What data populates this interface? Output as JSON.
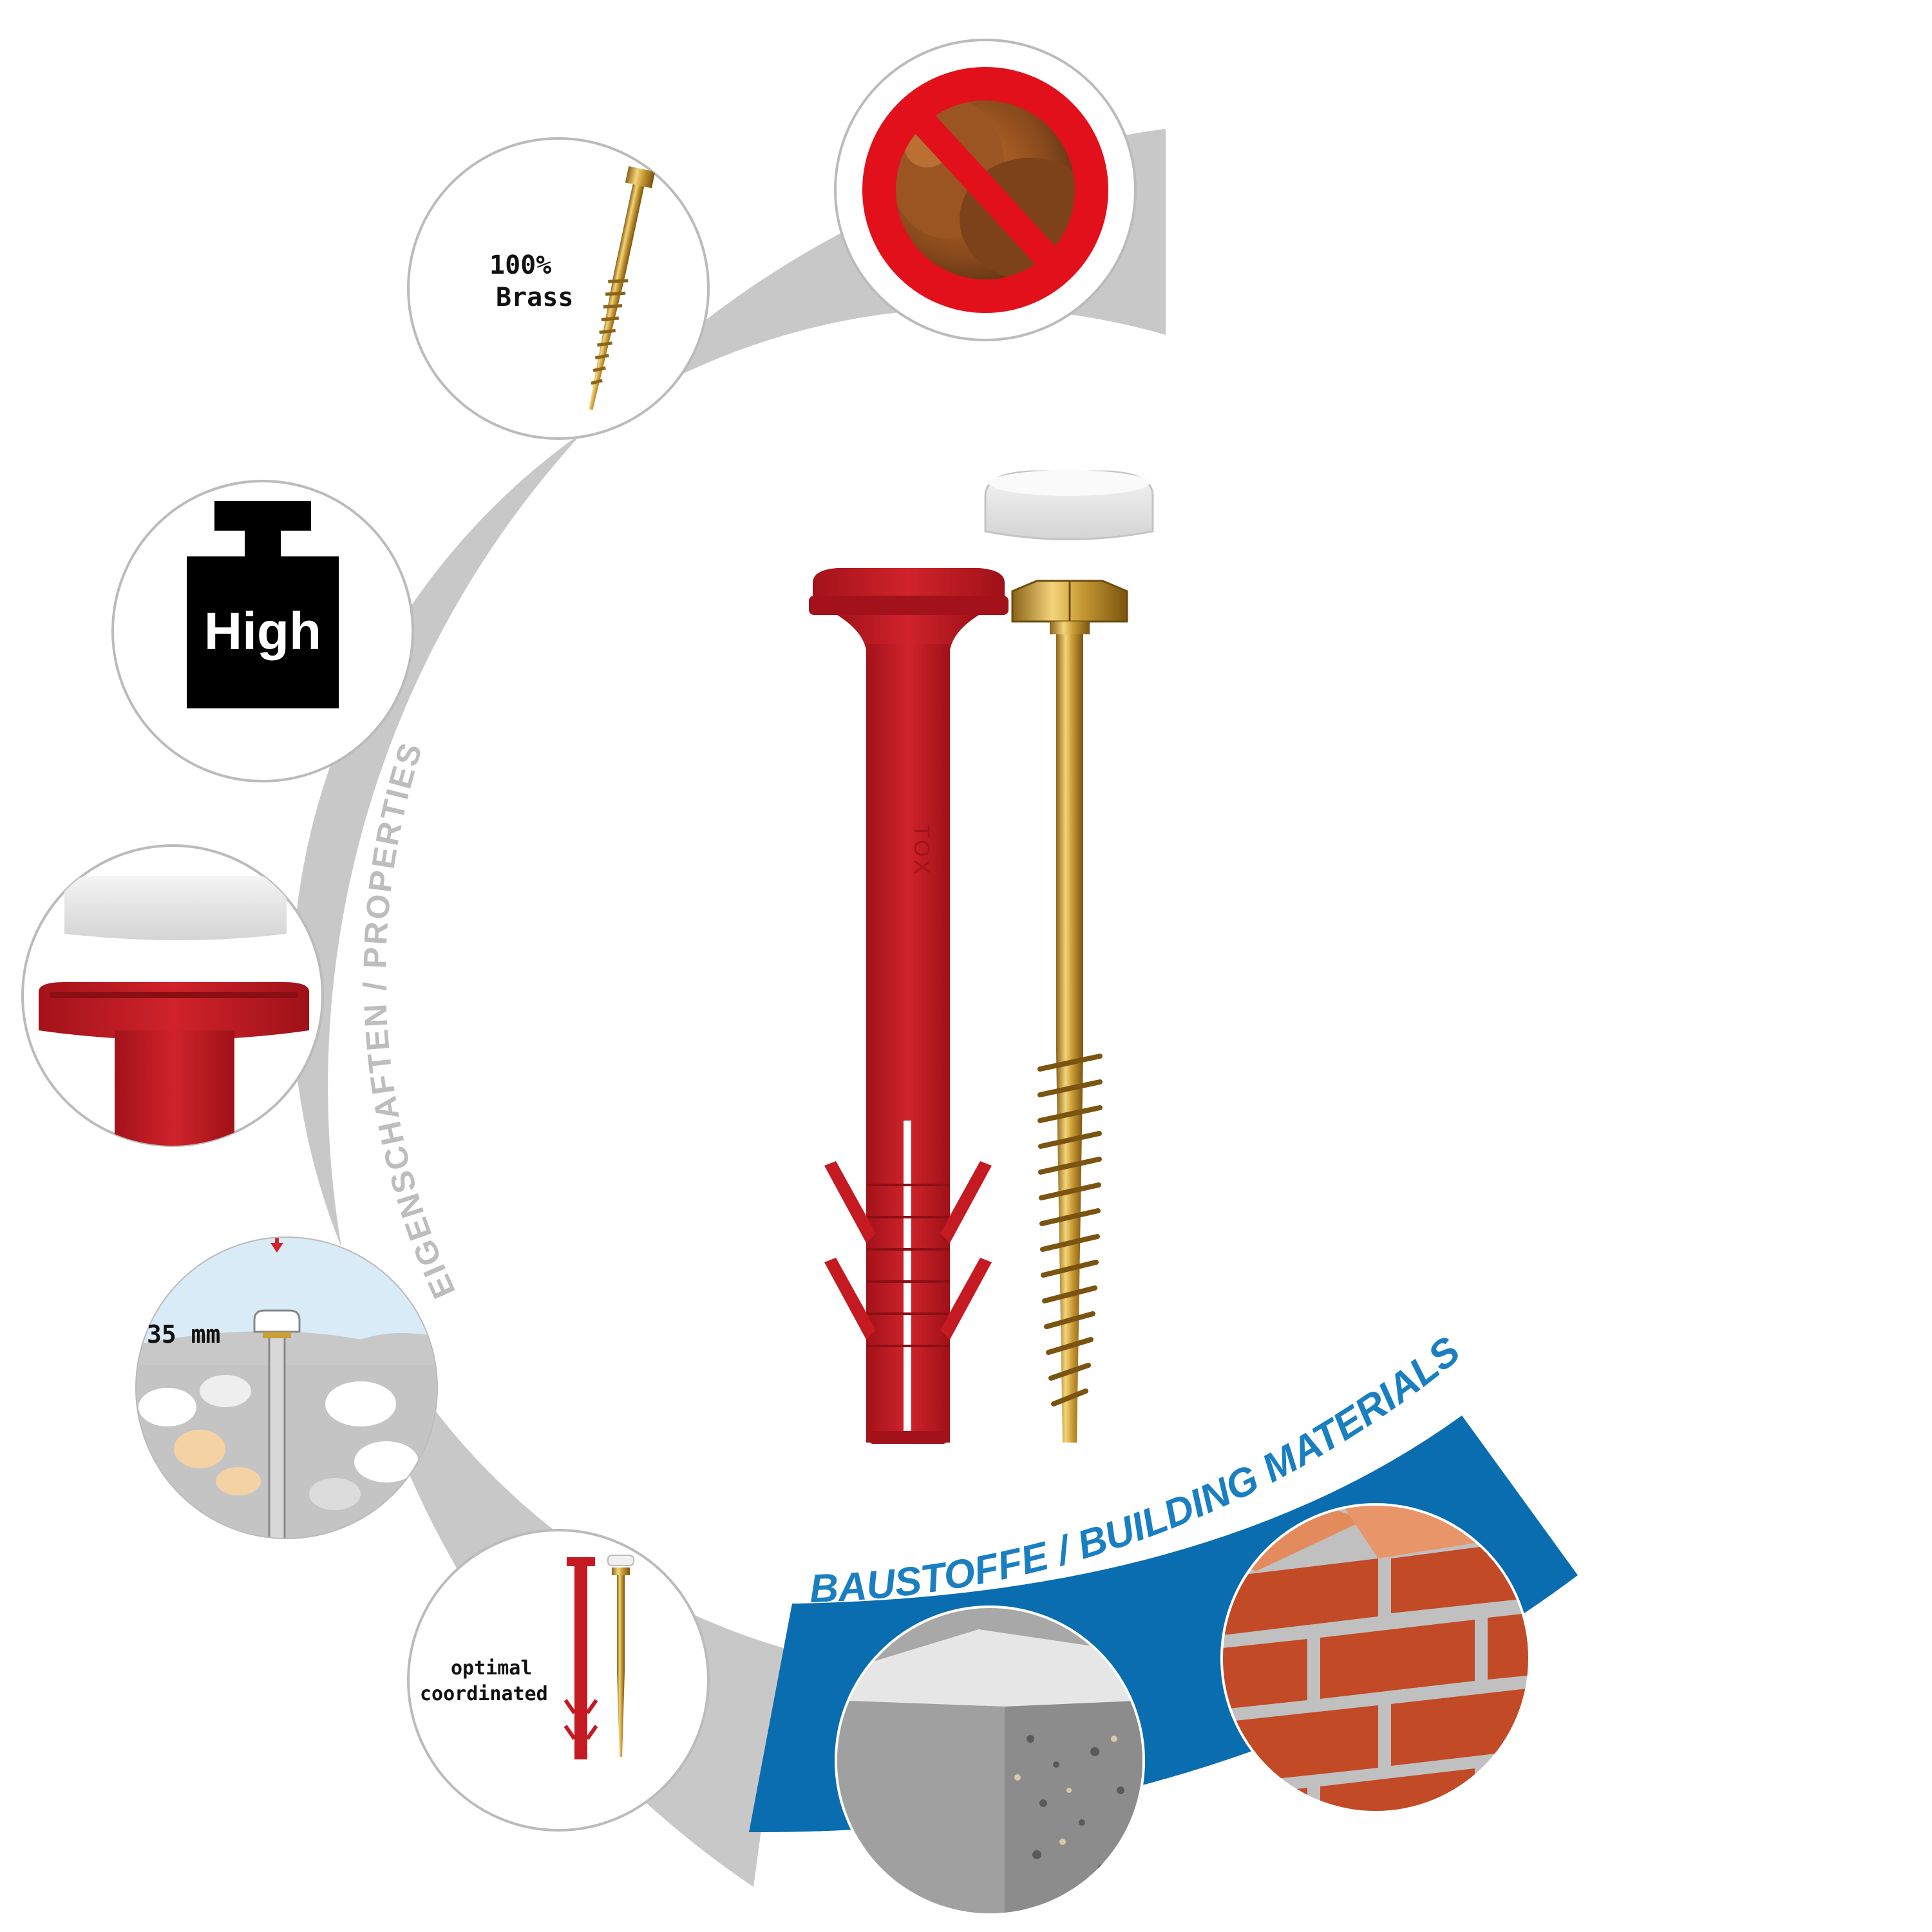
{
  "properties_arc_label": "EIGENSCHAFTEN / PROPERTIES",
  "materials_arc_label": "BAUSTOFFE / BUILDING MATERIALS",
  "properties": {
    "no_rust": {
      "icon": "no-rust-icon"
    },
    "brass": {
      "line1": "100%",
      "line2": "Brass",
      "icon": "brass-screw-icon"
    },
    "load": {
      "label": "High",
      "icon": "weight-icon"
    },
    "cap": {
      "icon": "cover-cap-icon"
    },
    "depth": {
      "label": "35 mm",
      "icon": "installation-depth-icon"
    },
    "system": {
      "line1": "optimal",
      "line2": "coordinated",
      "icon": "plug-and-screw-icon"
    }
  },
  "plug_brand": "TOX",
  "materials": {
    "concrete": {
      "icon": "concrete-icon"
    },
    "brick": {
      "icon": "brick-icon"
    }
  },
  "colors": {
    "arc_gray": "#c8c8c8",
    "arc_blue": "#0a6db0",
    "plug_red": "#c51a22",
    "brass": "#c8a036",
    "text_blue": "#1a7fc1",
    "text_gray": "#bdbdbd"
  }
}
